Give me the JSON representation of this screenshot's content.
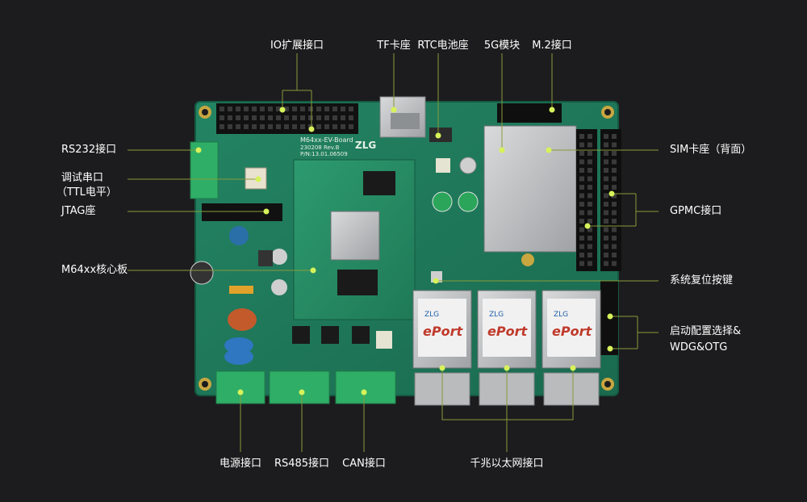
{
  "colors": {
    "background": "#1c1c1e",
    "board": "#1f7a5a",
    "board_dark": "#175e45",
    "callout_line": "#8a9a3a",
    "callout_dot": "#d6f25a",
    "label": "#ffffff"
  },
  "labels": {
    "io_expansion": "IO扩展接口",
    "tf_slot": "TF卡座",
    "rtc_battery": "RTC电池座",
    "module_5g": "5G模块",
    "m2_interface": "M.2接口",
    "rs232": "RS232接口",
    "debug_serial_1": "调试串口",
    "debug_serial_2": "（TTL电平）",
    "jtag": "JTAG座",
    "core_board": "M64xx核心板",
    "sim_slot": "SIM卡座（背面）",
    "gpmc": "GPMC接口",
    "reset_button": "系统复位按键",
    "boot_config_1": "启动配置选择&",
    "boot_config_2": "WDG&OTG",
    "power": "电源接口",
    "rs485": "RS485接口",
    "can": "CAN接口",
    "gigabit_ethernet": "千兆以太网接口"
  },
  "board_silkscreen": {
    "board_name": "M64xx-EV-Board",
    "board_rev": "230208 Rev.B",
    "board_pn": "P/N:13.01.06509",
    "brand": "ZLG"
  },
  "ethernet_ports": [
    {
      "brand": "ZLG",
      "logo": "ePort"
    },
    {
      "brand": "ZLG",
      "logo": "ePort"
    },
    {
      "brand": "ZLG",
      "logo": "ePort"
    }
  ]
}
